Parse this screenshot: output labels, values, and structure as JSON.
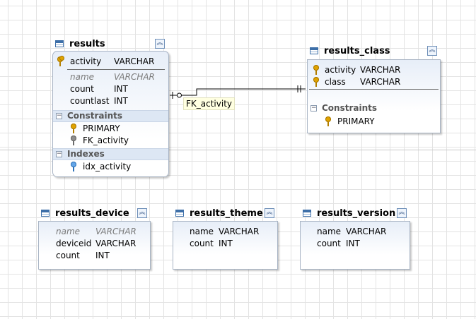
{
  "entities": {
    "results": {
      "title": "results",
      "columns": [
        {
          "name": "activity",
          "type": "VARCHAR"
        },
        {
          "name": "name",
          "type": "VARCHAR"
        },
        {
          "name": "count",
          "type": "INT"
        },
        {
          "name": "countlast",
          "type": "INT"
        }
      ],
      "constraints_label": "Constraints",
      "constraints": [
        "PRIMARY",
        "FK_activity"
      ],
      "indexes_label": "Indexes",
      "indexes": [
        "idx_activity"
      ]
    },
    "results_class": {
      "title": "results_class",
      "columns": [
        {
          "name": "activity",
          "type": "VARCHAR"
        },
        {
          "name": "class",
          "type": "VARCHAR"
        }
      ],
      "constraints_label": "Constraints",
      "constraints": [
        "PRIMARY"
      ]
    },
    "results_device": {
      "title": "results_device",
      "columns": [
        {
          "name": "name",
          "type": "VARCHAR"
        },
        {
          "name": "deviceid",
          "type": "VARCHAR"
        },
        {
          "name": "count",
          "type": "INT"
        }
      ]
    },
    "results_theme": {
      "title": "results_theme",
      "columns": [
        {
          "name": "name",
          "type": "VARCHAR"
        },
        {
          "name": "count",
          "type": "INT"
        }
      ]
    },
    "results_version": {
      "title": "results_version",
      "columns": [
        {
          "name": "name",
          "type": "VARCHAR"
        },
        {
          "name": "count",
          "type": "INT"
        }
      ]
    }
  },
  "relationship": {
    "label": "FK_activity"
  },
  "icons": {
    "table": "table-icon",
    "collapse": "collapse-up-icon",
    "primary_key": "primary-key-icon",
    "foreign_key": "foreign-key-icon",
    "index": "index-icon",
    "section_toggle": "section-collapse-icon"
  },
  "colors": {
    "key_gold": "#e0a300",
    "key_gray": "#8e8e8e",
    "key_blue": "#64a6e8",
    "header_border": "#3d6fa8",
    "annotation_bg": "#ffffe1"
  }
}
